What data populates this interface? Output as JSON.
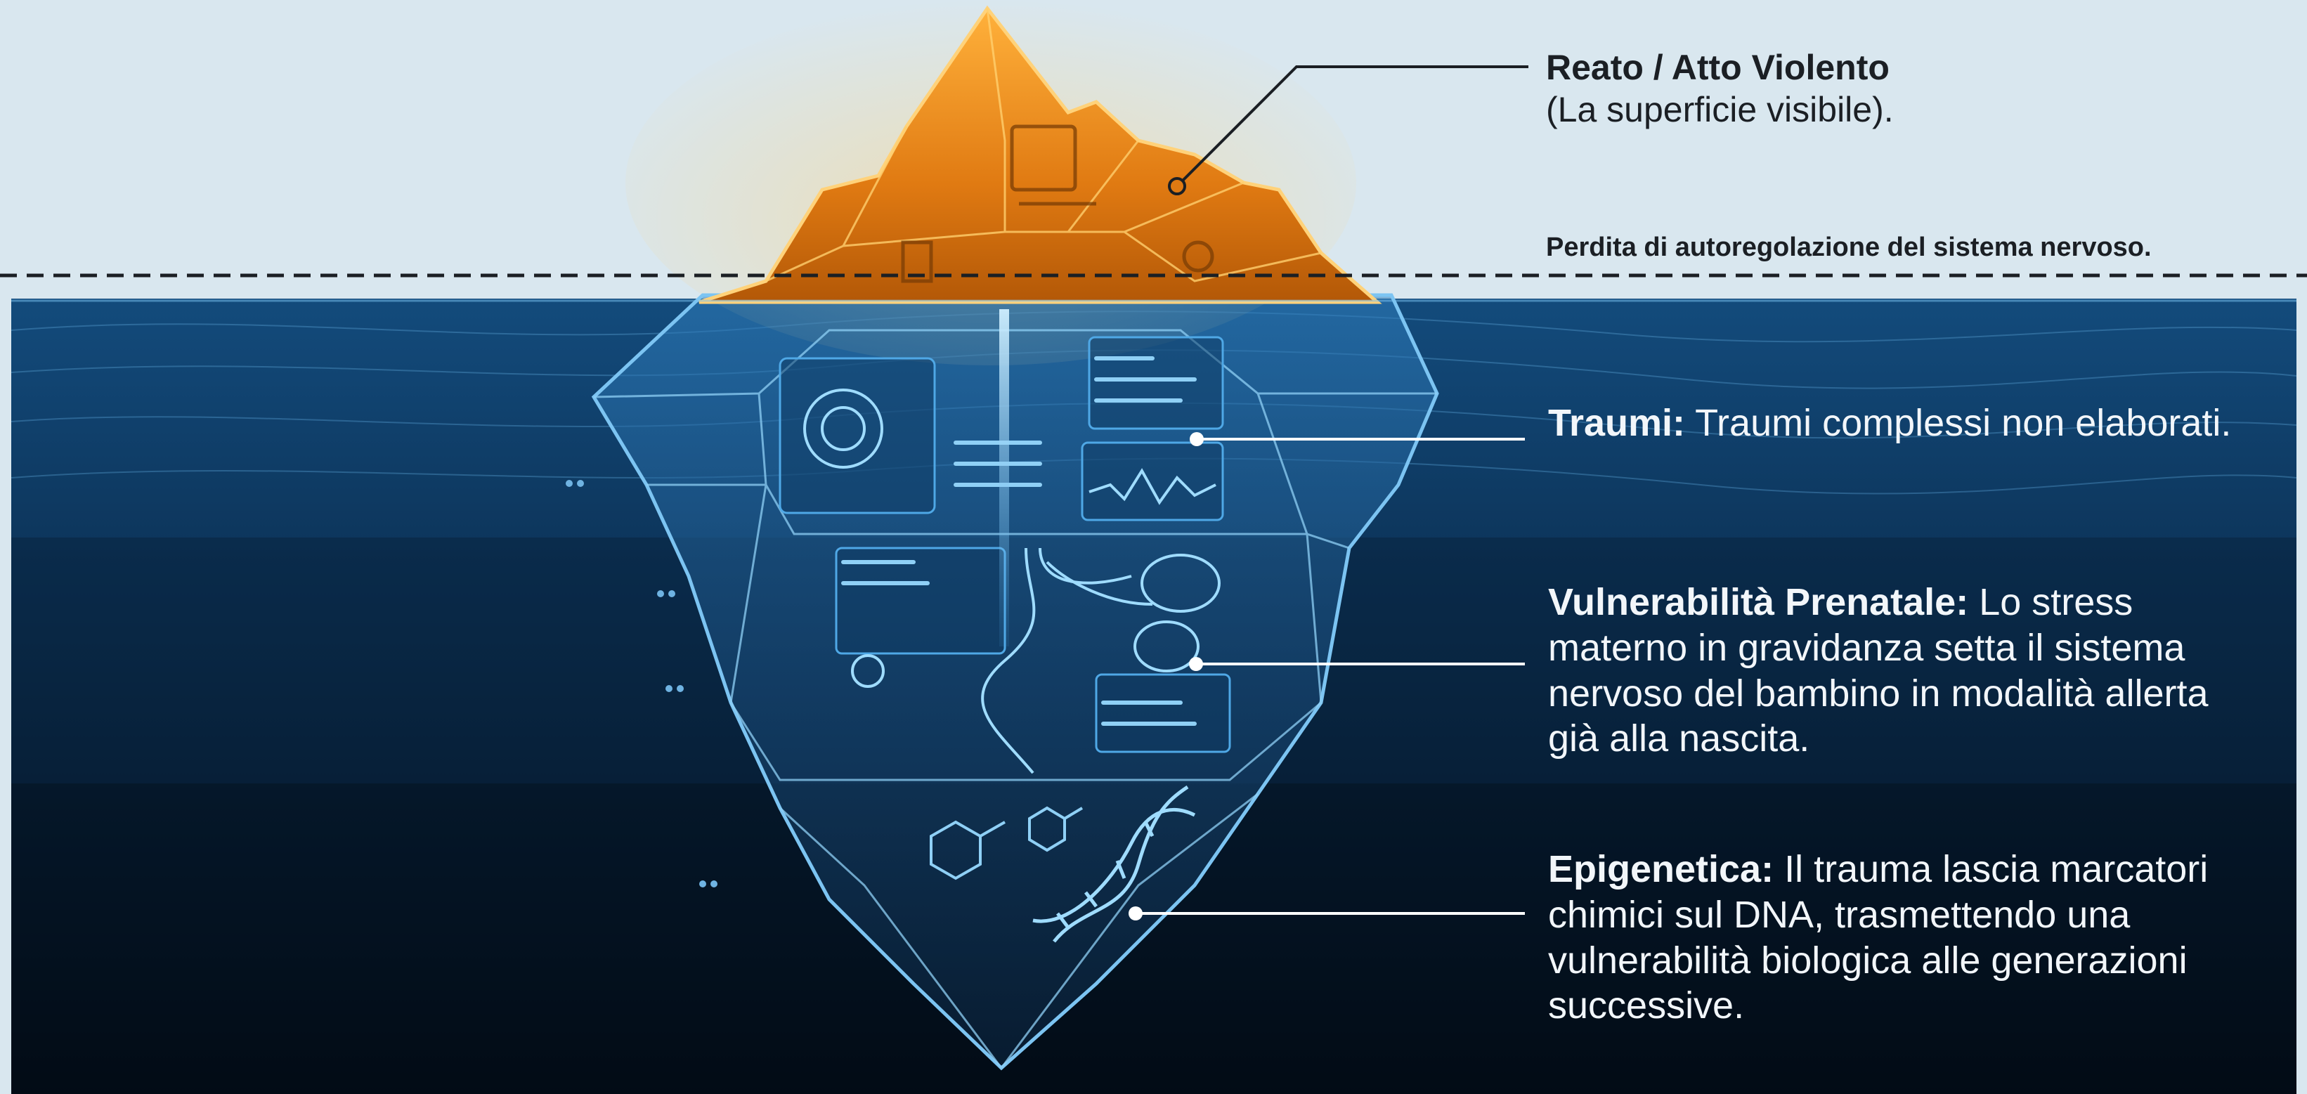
{
  "colors": {
    "sky": "#d9e7ef",
    "ocean_top": "#0f3f6b",
    "ocean_deep": "#04111e",
    "iceberg_tip": "#f7931e",
    "iceberg_glow": "#ffb347",
    "circuit_blue": "#4fa8e6",
    "leader_dark": "#1b1f24",
    "leader_light": "#ffffff"
  },
  "labels": {
    "tip": {
      "title": "Reato / Atto Violento",
      "subtitle": "(La superficie visibile)."
    },
    "waterline": "Perdita di autoregolazione del sistema nervoso.",
    "traumi": {
      "title": "Traumi:",
      "text": " Traumi complessi non elaborati."
    },
    "prenatale": {
      "title": "Vulnerabilità Prenatale:",
      "text": " Lo stress materno in gravidanza setta il sistema nervoso del bambino in modalità allerta già alla nascita."
    },
    "epigenetica": {
      "title": "Epigenetica:",
      "text": " Il trauma lascia marcatori chimici sul DNA, trasmettendo una vulnerabilità biologica alle generazioni successive."
    }
  },
  "icons": [
    "iceberg-icon",
    "dna-helix-icon",
    "molecule-icon",
    "circuit-icon",
    "brain-icon"
  ]
}
